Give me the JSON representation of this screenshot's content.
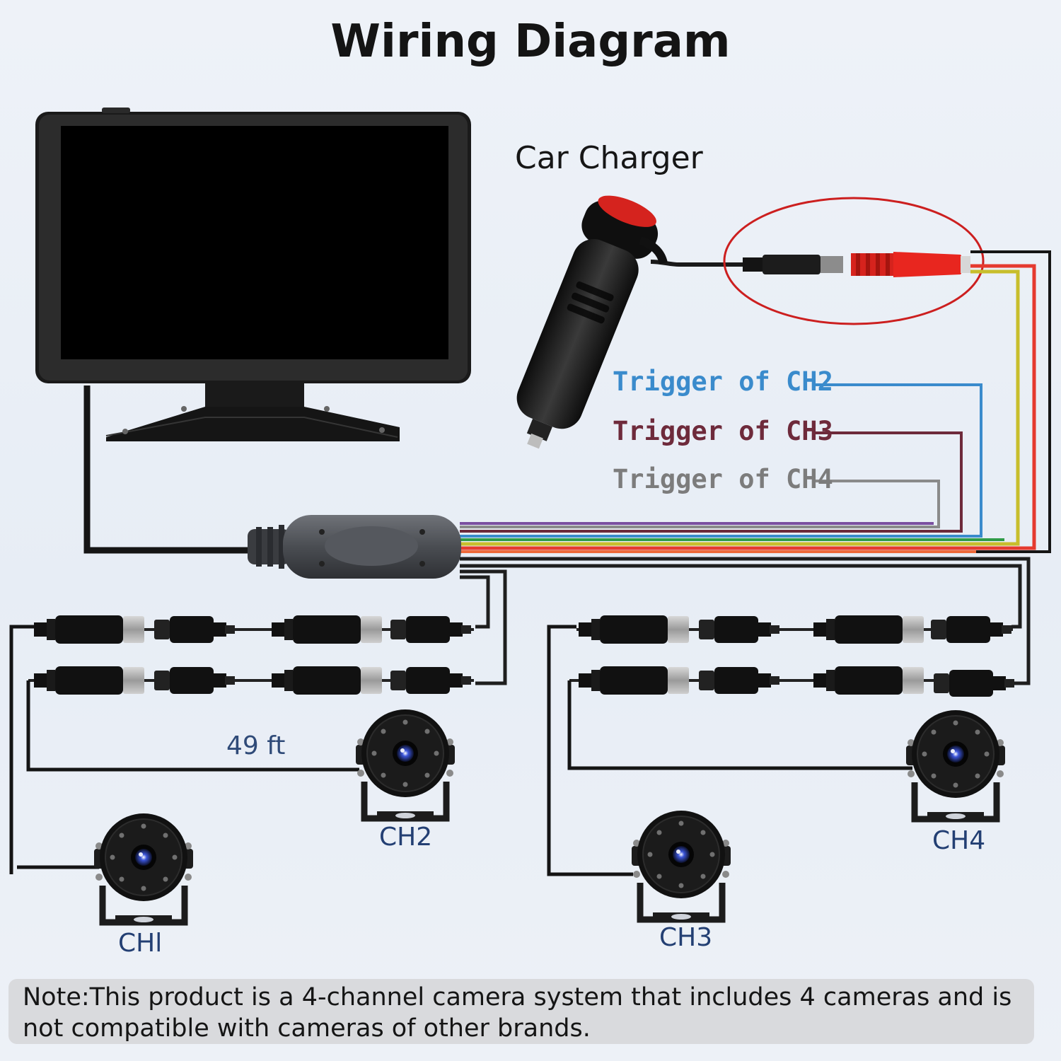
{
  "title": "Wiring Diagram",
  "car_charger_label": "Car Charger",
  "triggers": [
    {
      "label": "Trigger of CH2",
      "color": "#3a8bcc"
    },
    {
      "label": "Trigger of CH3",
      "color": "#6e2a3b"
    },
    {
      "label": "Trigger of CH4",
      "color": "#7c7c7c"
    }
  ],
  "cable_length": "49 ft",
  "channels": [
    "CHl",
    "CH2",
    "CH3",
    "CH4"
  ],
  "note": "Note:This product is a 4-channel camera system that includes 4 cameras and is not compatible with cameras of other brands.",
  "colors": {
    "red_ring": "#cc1f1f",
    "plug_red": "#e8261f",
    "wire_red": "#e53a2f",
    "wire_yellow": "#c8be2c",
    "wire_orange": "#ee6a3a",
    "wire_green": "#2e9b47",
    "wire_blue": "#3a8bcc",
    "wire_purple": "#7a4fa0",
    "wire_gray": "#8a8a8a",
    "cable_black": "#151515"
  }
}
